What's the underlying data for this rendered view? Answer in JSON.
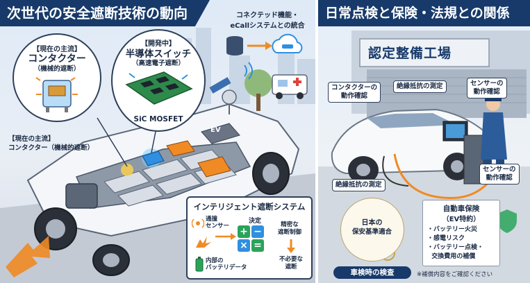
{
  "left_panel": {
    "title": "次世代の安全遮断技術の動向",
    "connected": {
      "line1": "コネクテッド機能・",
      "line2": "eCallシステムとの統合"
    },
    "contactor_bubble": {
      "tag": "【現在の主流】",
      "name": "コンタクター",
      "sub": "（機械的遮断）"
    },
    "semi_bubble": {
      "tag": "【開発中】",
      "name": "半導体スイッチ",
      "sub": "（高速電子遮断）",
      "chip_label": "SiC MOSFET"
    },
    "contactor_label": {
      "line1": "【現在の主流】",
      "line2": "コンタクター（機械的遮断）"
    },
    "ev_badge": "EV",
    "intelligent_system": {
      "title": "インテリジェント遮断システム",
      "collision_sensor_line1": "通撞",
      "collision_sensor_line2": "センサー",
      "decision": "決定",
      "precise_line1": "精密な",
      "precise_line2": "遮断制御",
      "battery_data_line1": "内部の",
      "battery_data_line2": "バッテリデータ",
      "unneeded_line1": "不必要な",
      "unneeded_line2": "遮断",
      "ops": [
        "+",
        "−",
        "×",
        "="
      ]
    }
  },
  "right_panel": {
    "title": "日常点検と保険・法規との関係",
    "garage_sign": "認定整備工場",
    "labels": {
      "contactor_check_1": "コンタクターの",
      "contactor_check_2": "動作確認",
      "insulation_top": "絶縁抵抗の測定",
      "sensor_top_1": "センサーの",
      "sensor_top_2": "動作確認",
      "sensor_bottom_1": "センサーの",
      "sensor_bottom_2": "動作確認",
      "insulation_bottom": "絶縁抵抗の測定"
    },
    "certificate": {
      "line1": "日本の",
      "line2": "保安基準適合",
      "caption": "車検時の検査"
    },
    "insurance": {
      "title1": "自動車保険",
      "title2": "（EV特約）",
      "items": [
        "バッテリー火災",
        "感電リスク",
        "バッテリー点検・",
        "交換費用の補償"
      ],
      "note": "※補償内容をご確認ください"
    }
  },
  "colors": {
    "navy": "#173a6a",
    "orange": "#f08a24",
    "blue": "#2f8fe0",
    "green": "#2aa35a",
    "red": "#e0423a"
  }
}
